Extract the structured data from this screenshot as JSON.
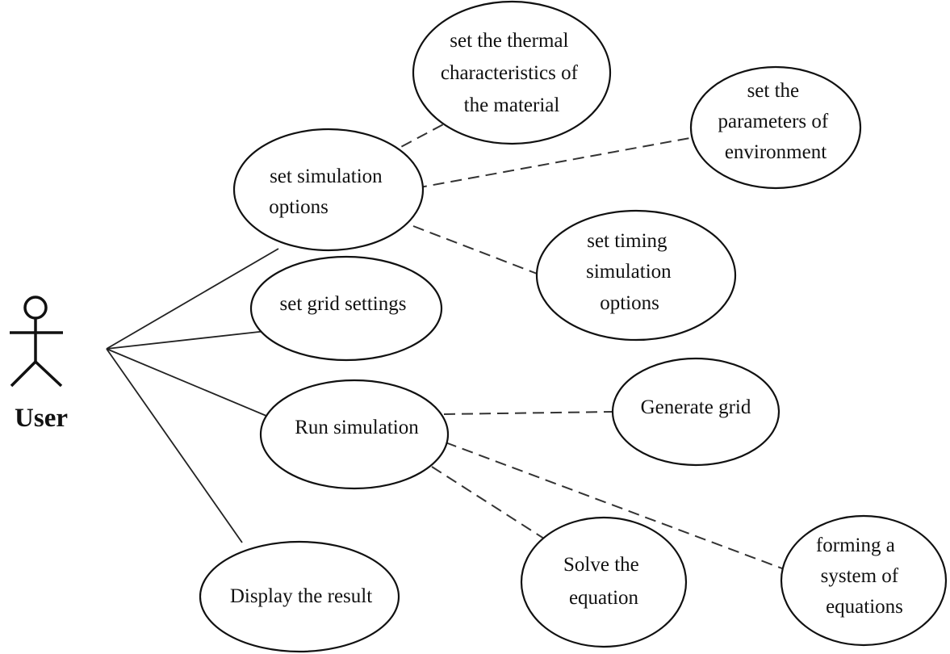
{
  "actor": {
    "label": "User"
  },
  "use_cases": {
    "set_simulation_options": [
      "set simulation",
      "options"
    ],
    "set_thermal_characteristics": [
      "set the thermal",
      "characteristics of",
      "the material"
    ],
    "set_environment_parameters": [
      "set the",
      "parameters of",
      "environment"
    ],
    "set_timing_options": [
      "set timing",
      "simulation",
      "options"
    ],
    "set_grid_settings": [
      "set grid settings"
    ],
    "run_simulation": [
      "Run simulation"
    ],
    "generate_grid": [
      "Generate grid"
    ],
    "display_result": [
      "Display the result"
    ],
    "solve_equation": [
      "Solve the",
      "equation"
    ],
    "form_system": [
      "forming a",
      "system of",
      "equations"
    ]
  }
}
